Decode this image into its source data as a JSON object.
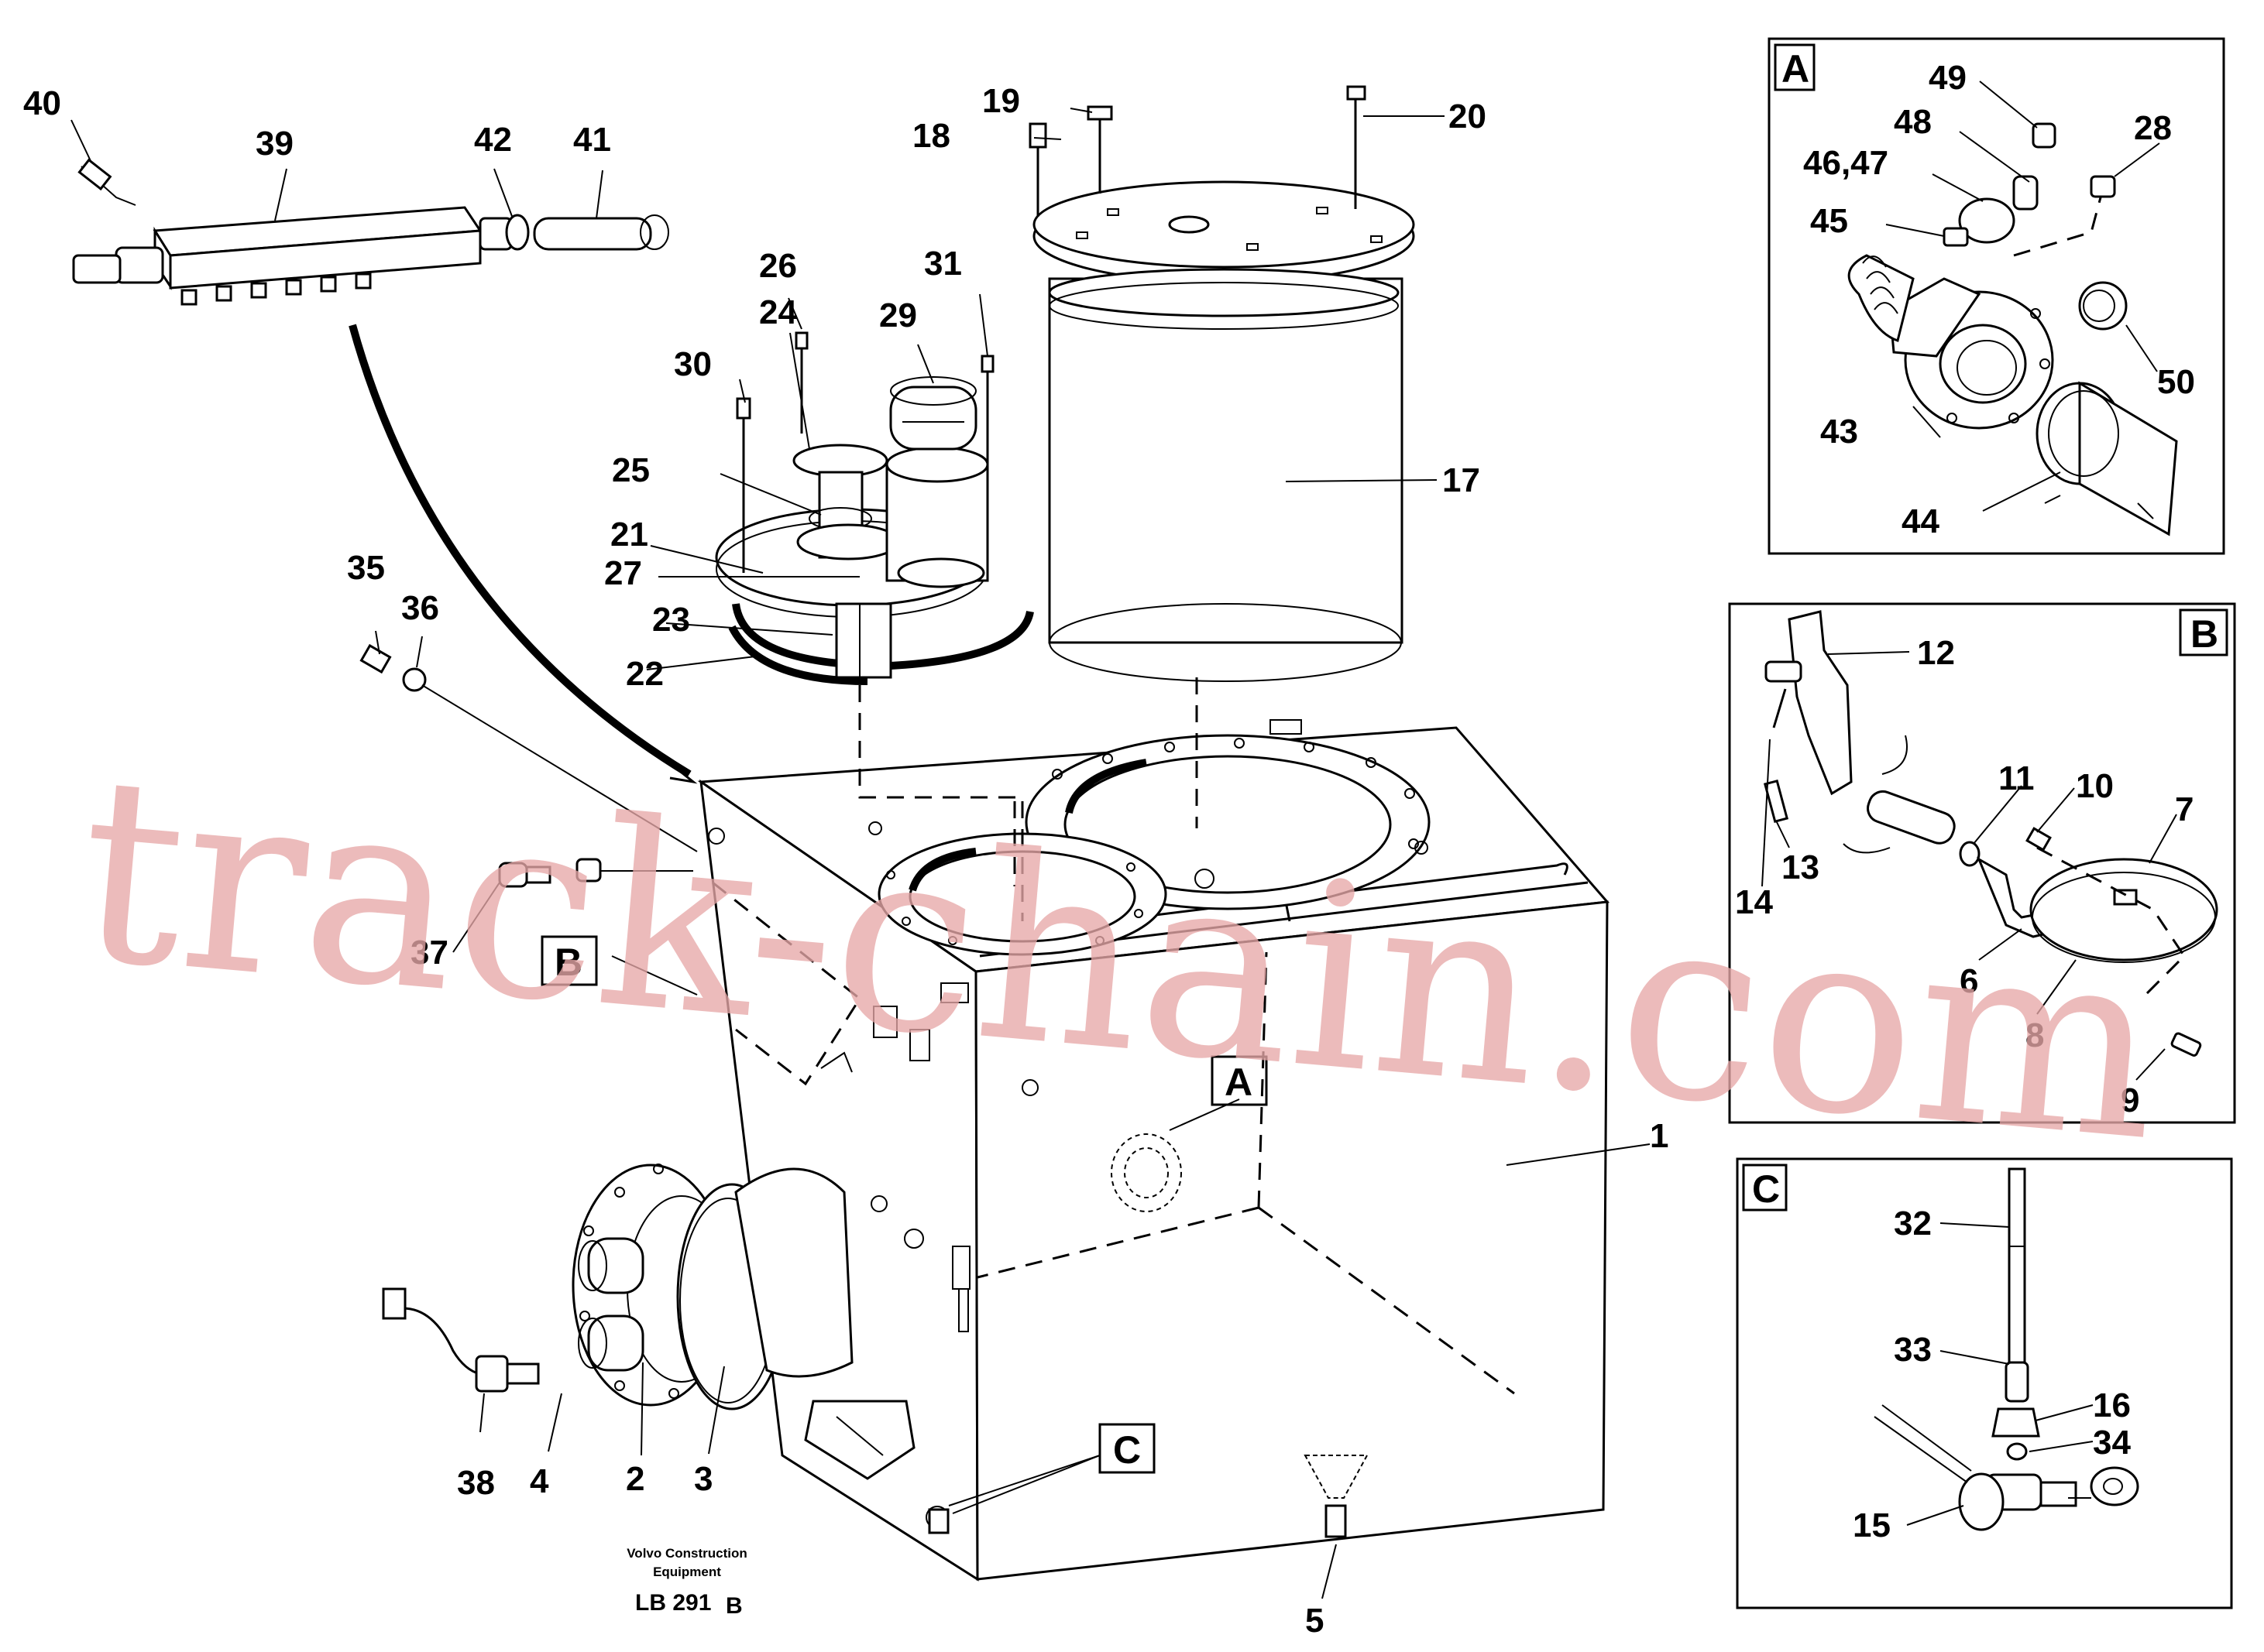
{
  "main_drawing": {
    "callouts": [
      "1",
      "2",
      "3",
      "4",
      "5",
      "17",
      "18",
      "19",
      "20",
      "21",
      "22",
      "23",
      "24",
      "25",
      "26",
      "27",
      "29",
      "30",
      "31",
      "35",
      "36",
      "37",
      "38",
      "39",
      "40",
      "41",
      "42"
    ],
    "view_markers": [
      "A",
      "B",
      "C"
    ]
  },
  "detail_a": {
    "title": "A",
    "callouts": [
      "43",
      "44",
      "45",
      "46,47",
      "48",
      "49",
      "28",
      "50"
    ]
  },
  "detail_b": {
    "title": "B",
    "callouts": [
      "12",
      "11",
      "10",
      "7",
      "13",
      "14",
      "6",
      "8",
      "9"
    ]
  },
  "detail_c": {
    "title": "C",
    "callouts": [
      "32",
      "33",
      "16",
      "34",
      "15"
    ]
  },
  "credit": {
    "line1": "Volvo Construction",
    "line2": "Equipment",
    "code": "LB 291",
    "suffix": "B"
  },
  "watermark": "track-chain.com",
  "colors": {
    "ink": "#000000",
    "watermark": "#e7a8a8",
    "paper": "#ffffff"
  }
}
